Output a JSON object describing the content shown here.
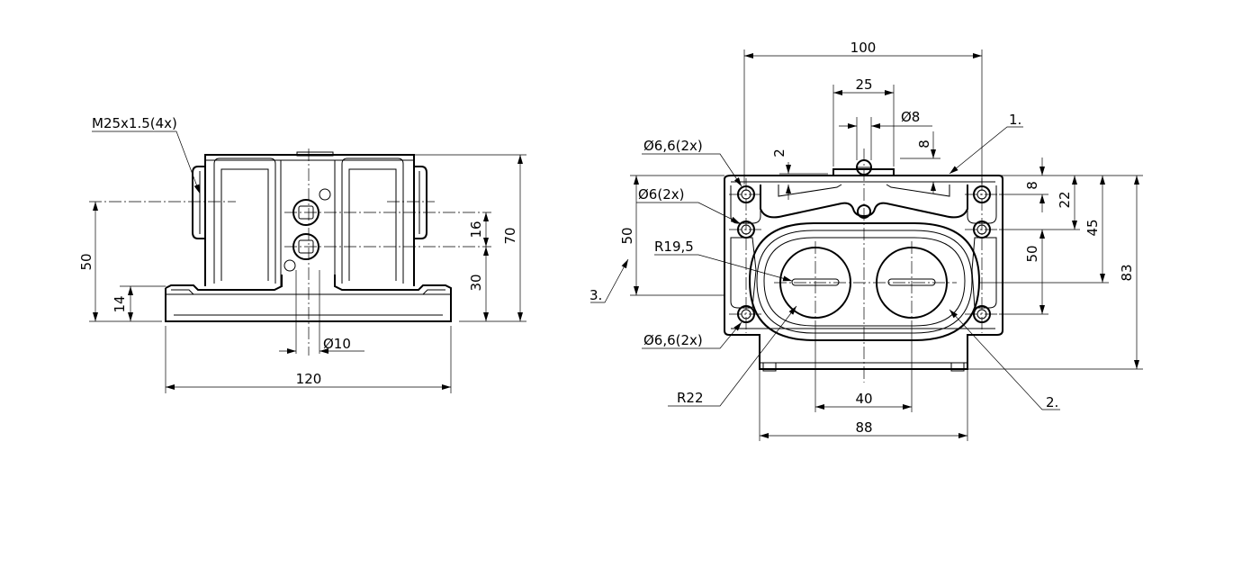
{
  "left_view": {
    "thread_label": "M25x1.5(4x)",
    "dim_50": "50",
    "dim_14": "14",
    "dim_16": "16",
    "dim_30": "30",
    "dim_70": "70",
    "dim_d10": "Ø10",
    "dim_120": "120"
  },
  "right_view": {
    "dim_100": "100",
    "dim_25": "25",
    "dim_d8": "Ø8",
    "dim_2": "2",
    "dim_8_top": "8",
    "callout_1": "1.",
    "hole_d66_top": "Ø6,6(2x)",
    "hole_d6": "Ø6(2x)",
    "dim_50_left": "50",
    "radius_r195": "R19,5",
    "callout_3": "3.",
    "hole_d66_bottom": "Ø6,6(2x)",
    "radius_r22": "R22",
    "dim_40": "40",
    "dim_88": "88",
    "callout_2": "2.",
    "dim_8_right": "8",
    "dim_22": "22",
    "dim_50_right": "50",
    "dim_45": "45",
    "dim_83": "83"
  }
}
